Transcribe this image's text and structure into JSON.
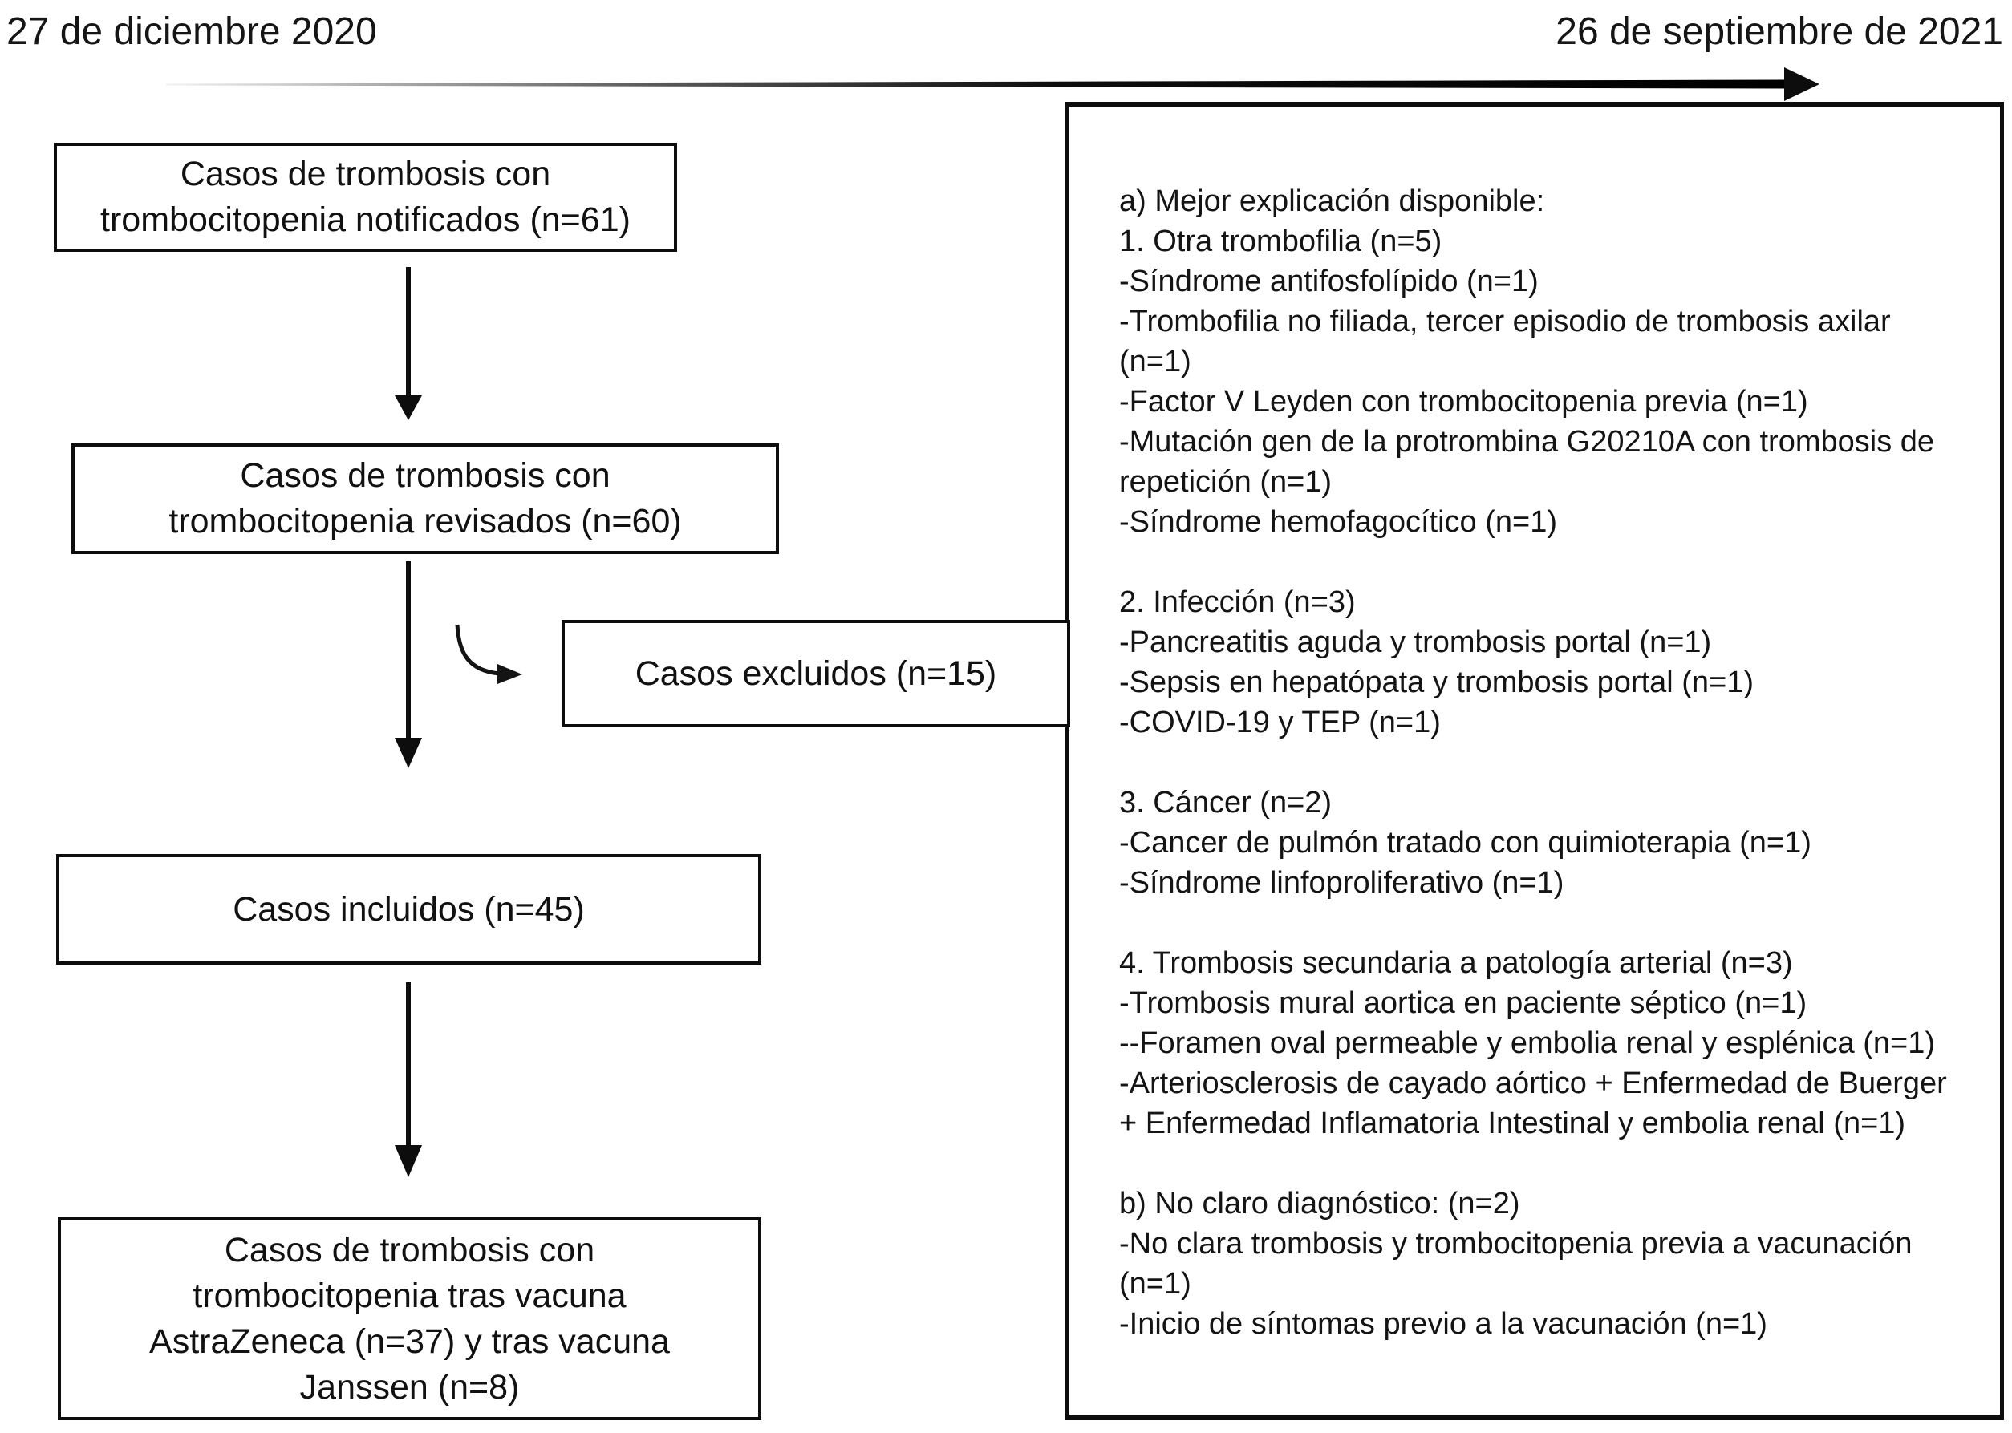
{
  "timeline": {
    "start_date": "27 de diciembre 2020",
    "end_date": "26 de septiembre de 2021"
  },
  "flow": {
    "notified": {
      "lines": [
        "Casos de trombosis con",
        "trombocitopenia notificados (n=61)"
      ]
    },
    "reviewed": {
      "lines": [
        "Casos de trombosis con",
        "trombocitopenia revisados (n=60)"
      ]
    },
    "excluded": {
      "label": "Casos excluidos (n=15)"
    },
    "included": {
      "label": "Casos incluidos (n=45)"
    },
    "final": {
      "lines": [
        "Casos de trombosis con",
        "trombocitopenia tras vacuna",
        "AstraZeneca (n=37) y tras vacuna",
        "Janssen (n=8)"
      ]
    }
  },
  "exclusions_panel": {
    "lines": [
      "a) Mejor explicación disponible:",
      "1. Otra trombofilia (n=5)",
      "-Síndrome antifosfolípido (n=1)",
      "-Trombofilia no filiada, tercer episodio de trombosis axilar",
      "(n=1)",
      "-Factor V Leyden con trombocitopenia previa (n=1)",
      "-Mutación gen de la protrombina G20210A con trombosis de",
      "repetición (n=1)",
      "-Síndrome hemofagocítico (n=1)",
      "",
      "2. Infección (n=3)",
      "-Pancreatitis aguda y trombosis portal (n=1)",
      "-Sepsis en hepatópata y trombosis portal (n=1)",
      "-COVID-19 y TEP (n=1)",
      "",
      "3. Cáncer (n=2)",
      "-Cancer de pulmón tratado con quimioterapia (n=1)",
      "-Síndrome linfoproliferativo (n=1)",
      "",
      "4. Trombosis secundaria a patología arterial (n=3)",
      "-Trombosis mural aortica en paciente séptico (n=1)",
      "--Foramen oval permeable y embolia renal y esplénica (n=1)",
      "-Arteriosclerosis de cayado aórtico + Enfermedad de Buerger",
      "+ Enfermedad Inflamatoria Intestinal y embolia renal (n=1)",
      "",
      "b) No claro diagnóstico: (n=2)",
      "-No clara trombosis y trombocitopenia previa a vacunación",
      "(n=1)",
      "-Inicio de síntomas previo a la vacunación (n=1)"
    ]
  },
  "colors": {
    "ink": "#111111",
    "box_border": "#0d0d0d",
    "background": "#ffffff",
    "timeline_fade_start": "#c9c9c9"
  }
}
